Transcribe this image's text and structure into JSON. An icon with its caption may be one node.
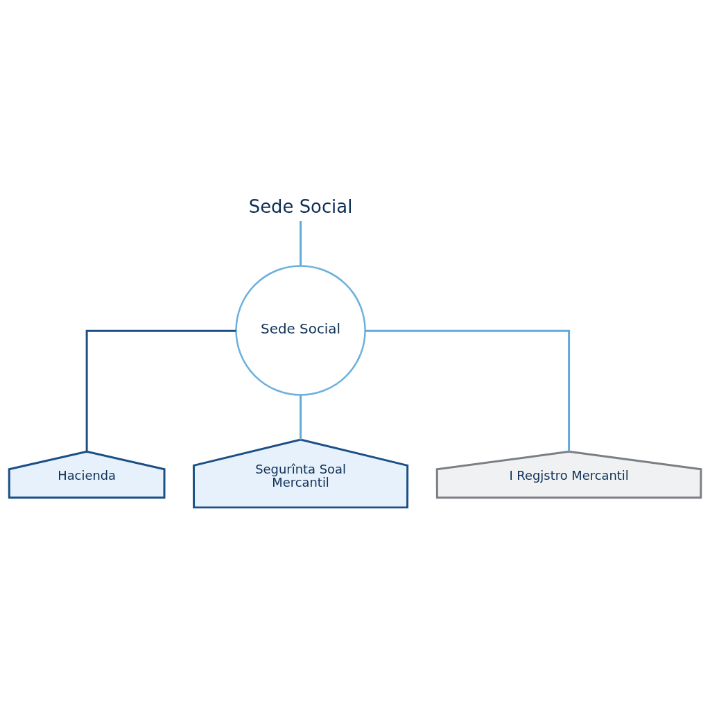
{
  "diagram": {
    "nodes": [
      {
        "text": [
          "Sede Social"
        ]
      },
      {
        "text": [
          "Sede Social"
        ]
      },
      {
        "text": [
          "Hacienda"
        ]
      },
      {
        "text": [
          "Segurînta Soal Mercantil"
        ]
      },
      {
        "text": [
          "I Regjstro Mercantil"
        ]
      }
    ],
    "edges": [
      {
        "from": 0,
        "to": 1,
        "arrow": "none"
      },
      {
        "from": 1,
        "to": 2,
        "arrow": "none",
        "color": "#1b4f86"
      },
      {
        "from": 1,
        "to": 3,
        "arrow": "none"
      },
      {
        "from": 1,
        "to": 4,
        "arrow": "none"
      }
    ]
  }
}
